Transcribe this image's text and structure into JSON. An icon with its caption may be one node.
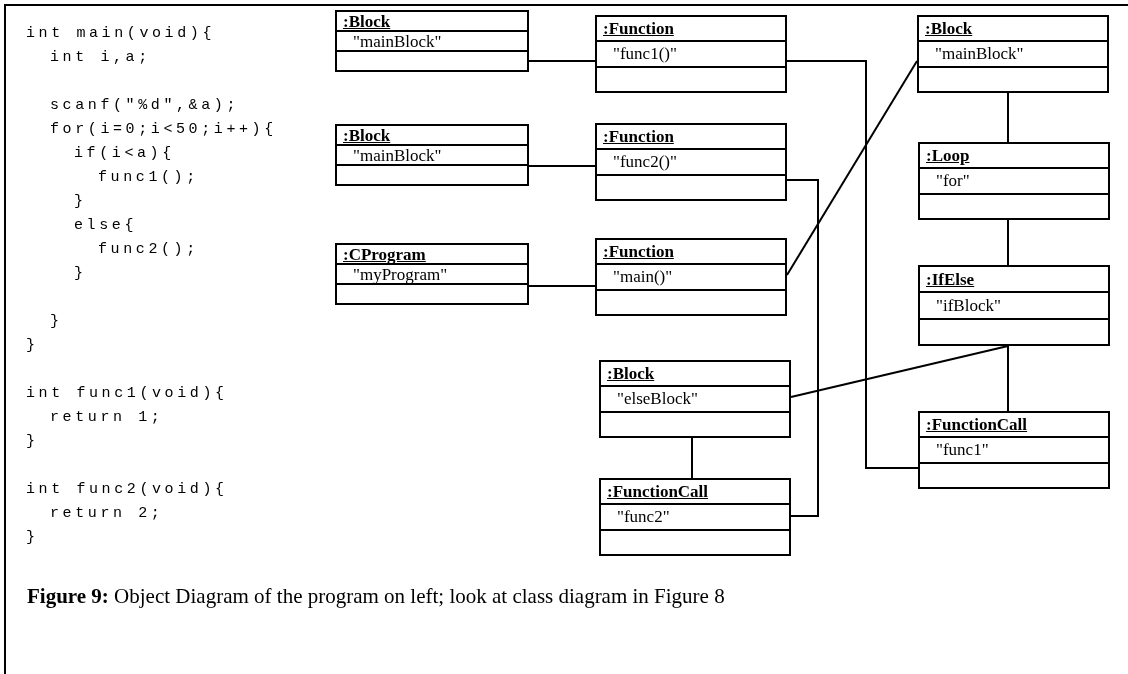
{
  "diagram": {
    "caption": "**Figure 9:** Object Diagram of the program on left; look at class diagram in Figure 8",
    "nodes": [
      {
        "text": [
          ":Block",
          "\"mainBlock\""
        ]
      },
      {
        "text": [
          ":Function",
          "\"func1()\""
        ]
      },
      {
        "text": [
          ":Block",
          "\"mainBlock\""
        ]
      },
      {
        "text": [
          ":Block",
          "\"mainBlock\""
        ]
      },
      {
        "text": [
          ":Function",
          "\"func2()\""
        ]
      },
      {
        "text": [
          ":Loop",
          "\"for\""
        ]
      },
      {
        "text": [
          ":CProgram",
          "\"myProgram\""
        ]
      },
      {
        "text": [
          ":Function",
          "\"main()\""
        ]
      },
      {
        "text": [
          ":IfElse",
          "\"ifBlock\""
        ]
      },
      {
        "text": [
          ":Block",
          "\"elseBlock\""
        ]
      },
      {
        "text": [
          ":FunctionCall",
          "\"func1\""
        ]
      },
      {
        "text": [
          ":FunctionCall",
          "\"func2\""
        ]
      }
    ],
    "edges": [
      {
        "from": 0,
        "to": 1,
        "arrow": "none"
      },
      {
        "from": 3,
        "to": 4,
        "arrow": "none"
      },
      {
        "from": 6,
        "to": 7,
        "arrow": "none"
      },
      {
        "from": 7,
        "to": 2,
        "arrow": "none"
      },
      {
        "from": 2,
        "to": 5,
        "arrow": "none"
      },
      {
        "from": 5,
        "to": 8,
        "arrow": "none"
      },
      {
        "from": 8,
        "to": 9,
        "arrow": "none"
      },
      {
        "from": 8,
        "to": 10,
        "arrow": "none"
      },
      {
        "from": 9,
        "to": 11,
        "arrow": "none"
      },
      {
        "from": 1,
        "to": 10,
        "arrow": "none"
      },
      {
        "from": 4,
        "to": 11,
        "arrow": "none"
      }
    ],
    "labels": [
      "int main(void){",
      "int i,a;",
      "scanf(\"%d\",&a);",
      "for(i=0;i<50;i++){",
      "if(i<a){",
      "func1();",
      "}",
      "else{",
      "func2();",
      "}",
      "}",
      "}",
      "int func1(void){",
      "return 1;",
      "}",
      "int func2(void){",
      "return 2;",
      "}"
    ]
  }
}
